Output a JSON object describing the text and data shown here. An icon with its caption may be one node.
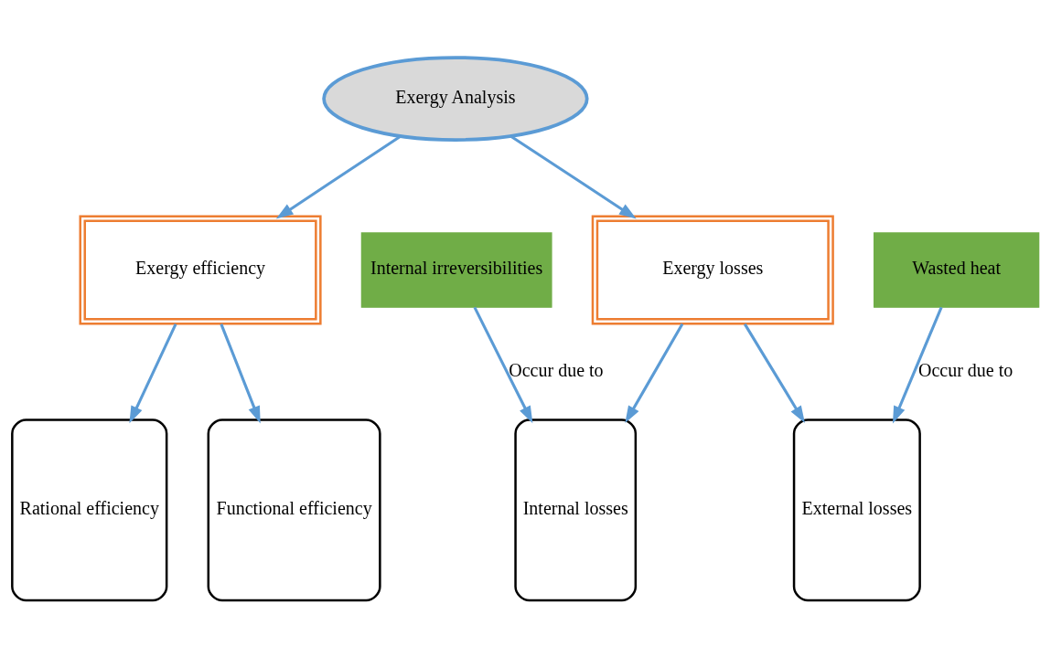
{
  "diagram": {
    "nodes": [
      {
        "text": [
          "Exergy Analysis"
        ]
      },
      {
        "text": [
          "Exergy efficiency"
        ]
      },
      {
        "text": [
          "Exergy losses"
        ]
      },
      {
        "text": [
          "Rational efficiency"
        ]
      },
      {
        "text": [
          "Functional efficiency"
        ]
      },
      {
        "text": [
          "Internal irreversibilities"
        ]
      },
      {
        "text": [
          "Internal losses"
        ]
      },
      {
        "text": [
          "External losses"
        ]
      },
      {
        "text": [
          "Wasted heat"
        ]
      }
    ],
    "edges": [
      {
        "from": 0,
        "to": 1,
        "arrow": "to"
      },
      {
        "from": 0,
        "to": 2,
        "arrow": "to"
      },
      {
        "from": 1,
        "to": 3,
        "arrow": "to"
      },
      {
        "from": 1,
        "to": 4,
        "arrow": "to"
      },
      {
        "from": 2,
        "to": 6,
        "arrow": "to"
      },
      {
        "from": 2,
        "to": 7,
        "arrow": "to"
      },
      {
        "from": 5,
        "to": 6,
        "label": "Occur due to",
        "arrow": "to"
      },
      {
        "from": 8,
        "to": 7,
        "label": "Occur due to",
        "arrow": "to"
      }
    ]
  }
}
